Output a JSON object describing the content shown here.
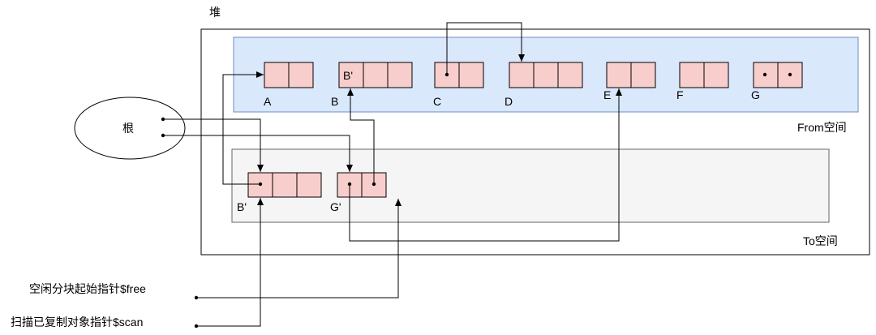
{
  "heap_label": "堆",
  "root_label": "根",
  "from_space_label": "From空间",
  "to_space_label": "To空间",
  "from_objects": [
    {
      "id": "A",
      "label": "A",
      "cells": 2
    },
    {
      "id": "B",
      "label": "B",
      "cells": 3,
      "first_cell_text": "B'"
    },
    {
      "id": "C",
      "label": "C",
      "cells": 2
    },
    {
      "id": "D",
      "label": "D",
      "cells": 3
    },
    {
      "id": "E",
      "label": "E",
      "cells": 2
    },
    {
      "id": "F",
      "label": "F",
      "cells": 2
    },
    {
      "id": "G",
      "label": "G",
      "cells": 2
    }
  ],
  "to_objects": [
    {
      "id": "B_copy",
      "label": "B'",
      "cells": 3
    },
    {
      "id": "G_copy",
      "label": "G'",
      "cells": 2
    }
  ],
  "pointers": {
    "free": "空闲分块起始指针$free",
    "scan": "扫描已复制对象指针$scan"
  },
  "colors": {
    "from_space_fill": "#dae8fc",
    "from_space_stroke": "#6c8ebf",
    "to_space_fill": "#f5f5f5",
    "to_space_stroke": "#666666",
    "cell_fill": "#f8cecc",
    "cell_stroke": "#000000"
  }
}
